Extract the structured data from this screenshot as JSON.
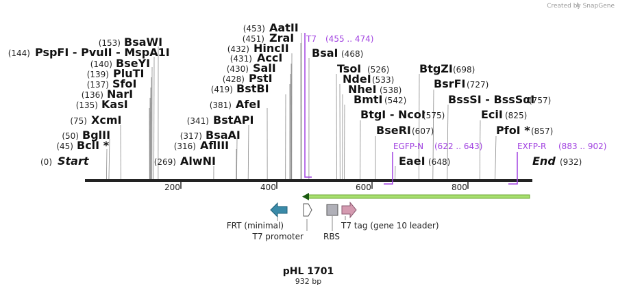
{
  "credit": "Created by SnapGene",
  "plasmid": {
    "name": "pHL 1701",
    "length_label": "932 bp"
  },
  "ticks": [
    "200",
    "400",
    "600",
    "800"
  ],
  "ends": {
    "start": "Start",
    "start_pos": "(0)",
    "end": "End",
    "end_pos": "(932)"
  },
  "colors": {
    "primer": "#a040e0",
    "frt": "#3a8aa8",
    "t7_tag": "#d49ab0",
    "rbs": "#b0b0b8",
    "orf": "#a8e070",
    "orf_edge": "#6aa52e"
  },
  "sites": [
    {
      "name": "BclI *",
      "pos": "(45)"
    },
    {
      "name": "BglII",
      "pos": "(50)"
    },
    {
      "name": "XcmI",
      "pos": "(75)"
    },
    {
      "name": "KasI",
      "pos": "(135)"
    },
    {
      "name": "NarI",
      "pos": "(136)"
    },
    {
      "name": "SfoI",
      "pos": "(137)"
    },
    {
      "name": "PluTI",
      "pos": "(139)"
    },
    {
      "name": "BseYI",
      "pos": "(140)"
    },
    {
      "name": "PspFI - PvuII - MspA1I",
      "pos": "(144)"
    },
    {
      "name": "BsaWI",
      "pos": "(153)"
    },
    {
      "name": "AlwNI",
      "pos": "(269)"
    },
    {
      "name": "AflIII",
      "pos": "(316)"
    },
    {
      "name": "BsaAI",
      "pos": "(317)"
    },
    {
      "name": "BstAPI",
      "pos": "(341)"
    },
    {
      "name": "AfeI",
      "pos": "(381)"
    },
    {
      "name": "BstBI",
      "pos": "(419)"
    },
    {
      "name": "PstI",
      "pos": "(428)"
    },
    {
      "name": "SalI",
      "pos": "(430)"
    },
    {
      "name": "AccI",
      "pos": "(431)"
    },
    {
      "name": "HincII",
      "pos": "(432)"
    },
    {
      "name": "ZraI",
      "pos": "(451)"
    },
    {
      "name": "AatII",
      "pos": "(453)"
    },
    {
      "name": "BsaI",
      "pos": "(468)"
    },
    {
      "name": "TsoI",
      "pos": "(526)"
    },
    {
      "name": "NdeI",
      "pos": "(533)"
    },
    {
      "name": "NheI",
      "pos": "(538)"
    },
    {
      "name": "BmtI",
      "pos": "(542)"
    },
    {
      "name": "BtgI - NcoI",
      "pos": "(575)"
    },
    {
      "name": "BseRI",
      "pos": "(607)"
    },
    {
      "name": "EaeI",
      "pos": "(648)"
    },
    {
      "name": "BtgZI",
      "pos": "(698)"
    },
    {
      "name": "BsrFI",
      "pos": "(727)"
    },
    {
      "name": "BssSI - BssSαI",
      "pos": "(757)"
    },
    {
      "name": "EciI",
      "pos": "(825)"
    },
    {
      "name": "PfoI *",
      "pos": "(857)"
    }
  ],
  "primers": [
    {
      "name": "T7",
      "range": "(455 .. 474)"
    },
    {
      "name": "EGFP-N",
      "range": "(622 .. 643)"
    },
    {
      "name": "EXFP-R",
      "range": "(883 .. 902)"
    }
  ],
  "features": [
    {
      "name": "FRT (minimal)",
      "icon": "arrow-left"
    },
    {
      "name": "T7 promoter",
      "icon": "arrow-right-outline"
    },
    {
      "name": "RBS",
      "icon": "box"
    },
    {
      "name": "T7 tag (gene 10 leader)",
      "icon": "arrow-right"
    }
  ]
}
